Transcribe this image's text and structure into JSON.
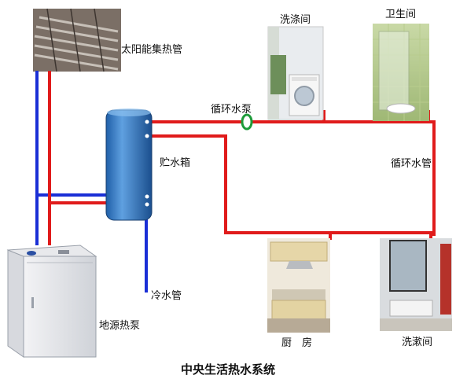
{
  "title": "中央生活热水系统",
  "labels": {
    "solar_collector": "太阳能集热管",
    "laundry": "洗涤间",
    "bathroom": "卫生间",
    "circulation_pump": "循环水泵",
    "storage_tank": "贮水箱",
    "circulation_pipe": "循环水管",
    "cold_water_pipe": "冷水管",
    "ground_source_heat_pump": "地源热泵",
    "kitchen": "厨　房",
    "washroom": "洗漱间"
  },
  "colors": {
    "hot_pipe": "#e01b1b",
    "cold_pipe": "#1a2fd6",
    "pump": "#1e9b3a",
    "tank": "#3a7fc8"
  }
}
